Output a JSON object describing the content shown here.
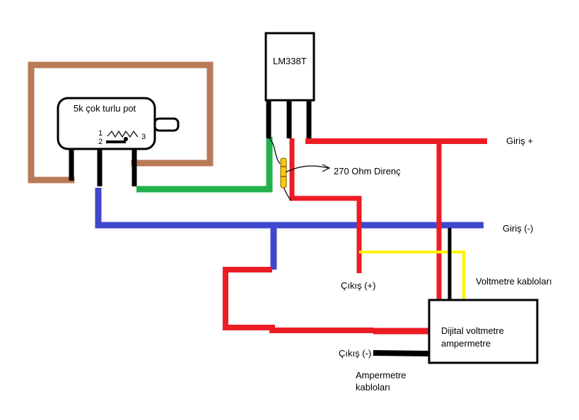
{
  "labels": {
    "pot": "5k çok turlu pot",
    "pin1": "1",
    "pin2": "2",
    "pin3": "3",
    "regulator": "LM338T",
    "resistor": "270 Ohm Direnç",
    "input_plus": "Giriş +",
    "input_minus": "Giriş (-)",
    "output_plus": "Çıkış (+)",
    "output_minus": "Çıkış (-)",
    "voltmeter_cables": "Voltmetre kabloları",
    "meter_line1": "Dijital voltmetre",
    "meter_line2": "ampermetre",
    "ammeter_line1": "Ampermetre",
    "ammeter_line2": "kabloları"
  },
  "colors": {
    "brown": "#b97a57",
    "green": "#22b14c",
    "blue": "#3f48cc",
    "red": "#ed1c24",
    "yellow": "#fff200",
    "black": "#000000",
    "resistor_body": "#ffc90e"
  }
}
